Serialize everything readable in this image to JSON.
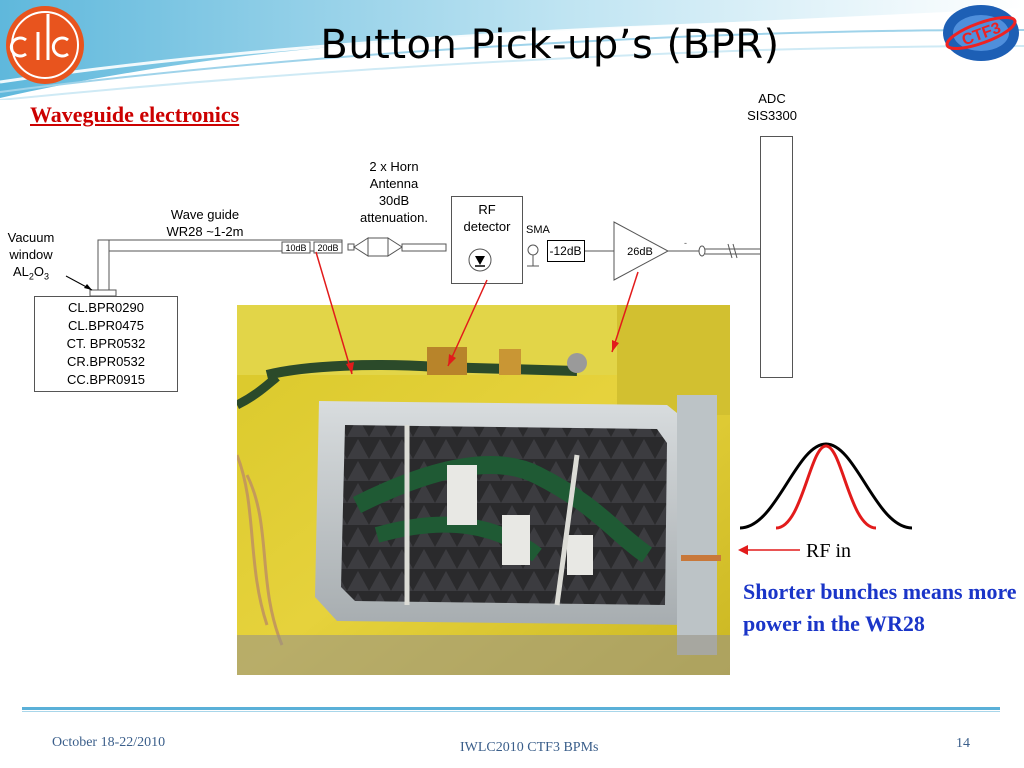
{
  "header": {
    "title": "Button Pick-up’s (BPR)",
    "logo_left_text": "CLIC",
    "logo_right_text": "CTF3"
  },
  "subtitle": "Waveguide electronics",
  "diagram": {
    "adc_label_1": "ADC",
    "adc_label_2": "SIS3300",
    "horn_label_1": "2 x Horn",
    "horn_label_2": "Antenna",
    "horn_label_3": "30dB",
    "horn_label_4": "attenuation.",
    "waveguide_label_1": "Wave guide",
    "waveguide_label_2": "WR28 ~1-2m",
    "vacuum_label_1": "Vacuum",
    "vacuum_label_2": "window",
    "vacuum_label_3": "AL",
    "vacuum_sub_2": "2",
    "vacuum_o": "O",
    "vacuum_sub_3": "3",
    "rf_detector_1": "RF",
    "rf_detector_2": "detector",
    "sma_label": "SMA",
    "atten_12db": "-12dB",
    "amp_26db": "26dB",
    "atten_10db": "10dB",
    "atten_20db": "20dB",
    "bpr_list": [
      "CL.BPR0290",
      "CL.BPR0475",
      "CT. BPR0532",
      "CR.BPR0532",
      "CC.BPR0915"
    ]
  },
  "side_panel": {
    "rf_in": "RF in",
    "note": "Shorter bunches means more power in the WR28"
  },
  "footer": {
    "date": "October  18-22/2010",
    "center": "IWLC2010   CTF3 BPMs",
    "page": "14"
  },
  "colors": {
    "title_red": "#cc0000",
    "note_blue": "#1a35c8",
    "footer_blue": "#3a5e8a",
    "header_teal": "#7ec8e3",
    "bunch_black": "#000000",
    "bunch_red": "#e21b1b"
  }
}
